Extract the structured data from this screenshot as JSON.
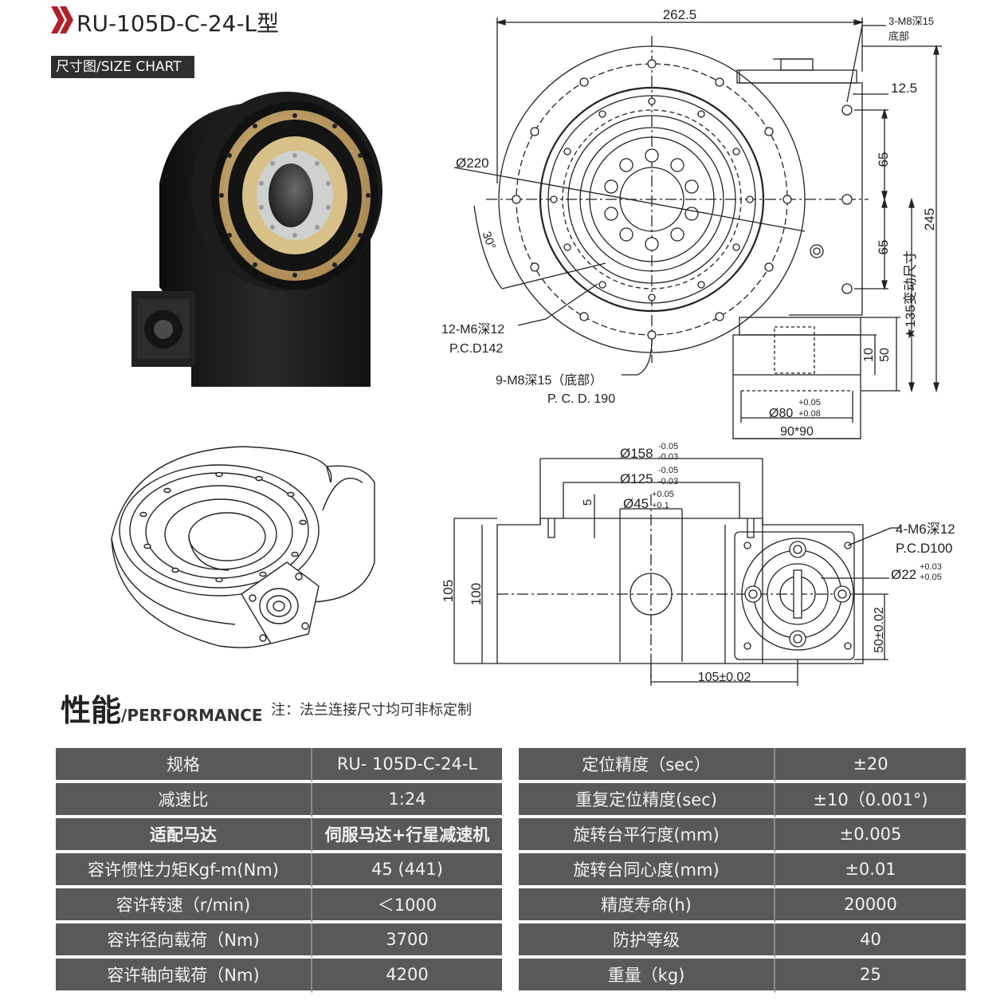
{
  "header": {
    "title": "RU-105D-C-24-L型",
    "badge": "尺寸图/SIZE CHART"
  },
  "drawing_top": {
    "dim_width": "262.5",
    "note_top_holes_1": "3-M8深15",
    "note_top_holes_2": "底部",
    "dim_12_5": "12.5",
    "dim_65_a": "65",
    "dim_65_b": "65",
    "dim_245": "245",
    "dim_135": "★135变动尺寸",
    "dim_diameter_220": "Ø220",
    "dim_angle_30": "30°",
    "note_m6_1": "12-M6深12",
    "note_m6_2": "P.C.D142",
    "note_m8_1": "9-M8深15（底部）",
    "note_m8_2": "P. C. D. 190",
    "dim_10": "10",
    "dim_50": "50",
    "dim_80": "Ø80",
    "dim_80_tol_up": "+0.05",
    "dim_80_tol_low": "+0.08",
    "dim_90x90": "90*90"
  },
  "drawing_bottom": {
    "dim_158": "Ø158",
    "dim_158_tol_up": "-0.05",
    "dim_158_tol_low": "-0.03",
    "dim_125": "Ø125",
    "dim_125_tol_up": "-0.05",
    "dim_125_tol_low": "-0.03",
    "dim_45": "Ø45",
    "dim_45_tol_up": "+0.05",
    "dim_45_tol_low": "+0.1",
    "dim_5": "5",
    "dim_105": "105",
    "dim_100": "100",
    "note_flange_1": "4-M6深12",
    "note_flange_2": "P.C.D100",
    "dim_22": "Ø22",
    "dim_22_tol_up": "+0.03",
    "dim_22_tol_low": "+0.05",
    "dim_50_02": "50±0.02",
    "dim_105_02": "105±0.02"
  },
  "performance": {
    "title_cn": "性能",
    "title_en": "/PERFORMANCE",
    "note": "注：法兰连接尺寸均可非标定制",
    "left_rows": [
      {
        "k": "规格",
        "v": "RU- 105D-C-24-L"
      },
      {
        "k": "减速比",
        "v": "1:24"
      },
      {
        "k": "适配马达",
        "v": "伺服马达+行星减速机"
      },
      {
        "k": "容许惯性力矩Kgf-m(Nm)",
        "v": "45 (441)"
      },
      {
        "k": "容许转速（r/min)",
        "v": "＜1000"
      },
      {
        "k": "容许径向载荷（Nm)",
        "v": "3700"
      },
      {
        "k": "容许轴向载荷（Nm)",
        "v": "4200"
      }
    ],
    "right_rows": [
      {
        "k": "定位精度（sec）",
        "v": "±20"
      },
      {
        "k": "重复定位精度(sec)",
        "v": "±10（0.001°)"
      },
      {
        "k": "旋转台平行度(mm)",
        "v": "±0.005"
      },
      {
        "k": "旋转台同心度(mm)",
        "v": "±0.01"
      },
      {
        "k": "精度寿命(h)",
        "v": "20000"
      },
      {
        "k": "防护等级",
        "v": "40"
      },
      {
        "k": "重量（kg)",
        "v": "25"
      }
    ]
  },
  "colors": {
    "accent": "#b0202a",
    "table_bg": "#595959",
    "badge_bg": "#2f2f2f",
    "brass": "#c9a86a"
  }
}
